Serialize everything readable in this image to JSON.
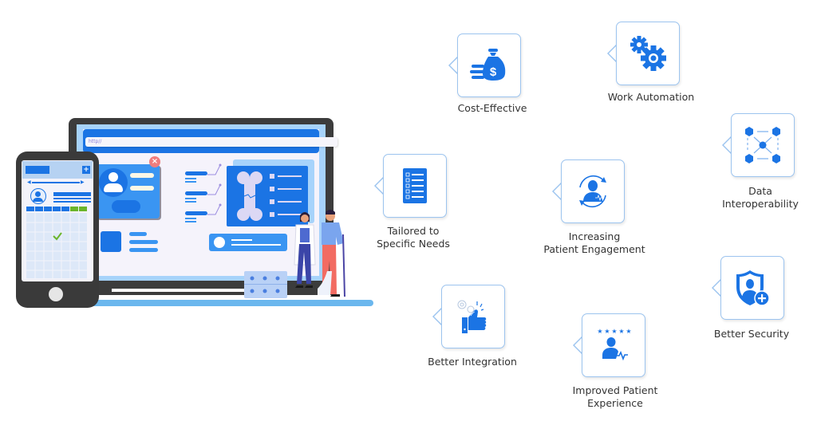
{
  "illustration": {
    "url_text": "http//",
    "description": "Monitor and smartphone showing patient medical app with doctor and patient figures"
  },
  "features": [
    {
      "id": "cost-effective",
      "label_lines": [
        "Cost-Effective"
      ],
      "icon": "money-bag-icon"
    },
    {
      "id": "work-automation",
      "label_lines": [
        "Work Automation"
      ],
      "icon": "gears-icon"
    },
    {
      "id": "data-interoperability",
      "label_lines": [
        "Data",
        "Interoperability"
      ],
      "icon": "network-nodes-icon"
    },
    {
      "id": "tailored",
      "label_lines": [
        "Tailored to",
        "Specific Needs"
      ],
      "icon": "checklist-icon"
    },
    {
      "id": "patient-engagement",
      "label_lines": [
        "Increasing",
        "Patient Engagement"
      ],
      "icon": "patient-cycle-icon"
    },
    {
      "id": "better-security",
      "label_lines": [
        "Better Security"
      ],
      "icon": "shield-user-icon"
    },
    {
      "id": "better-integration",
      "label_lines": [
        "Better Integration"
      ],
      "icon": "thumbs-up-gears-icon"
    },
    {
      "id": "patient-experience",
      "label_lines": [
        "Improved Patient",
        "Experience"
      ],
      "icon": "rated-patient-icon"
    }
  ],
  "colors": {
    "accent": "#1b74e4",
    "card_border": "#9cc4ef",
    "text": "#333333",
    "light_blue": "#a7d3fb",
    "device_dark": "#3c3c3c"
  }
}
